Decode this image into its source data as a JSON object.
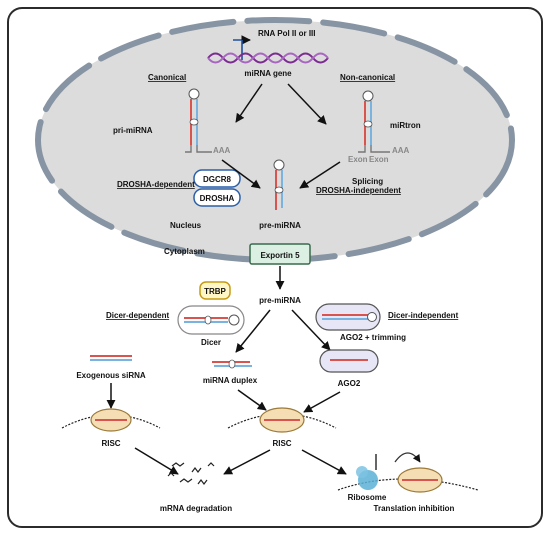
{
  "nucleus": {
    "gene_label": "miRNA gene",
    "polymerase_label": "RNA Pol II or III",
    "canonical_label": "Canonical",
    "non_canonical_label": "Non-canonical",
    "pri_mirna_label": "pri-miRNA",
    "mirtron_label": "miRtron",
    "exon1_label": "Exon",
    "exon2_label": "Exon",
    "polyA_left": "AAA",
    "polyA_right": "AAA",
    "dgcr8_label": "DGCR8",
    "drosha_label": "DROSHA",
    "drosha_dependent_label": "DROSHA-dependent",
    "splicing_label": "Splicing",
    "drosha_independent_label": "DROSHA-independent",
    "pre_mirna_label": "pre-miRNA",
    "nucleus_label": "Nucleus"
  },
  "cytoplasm": {
    "cytoplasm_label": "Cytoplasm",
    "exportin_label": "Exportin 5",
    "pre_mirna_label": "pre-miRNA",
    "dicer_dependent_label": "Dicer-dependent",
    "dicer_independent_label": "Dicer-independent",
    "trbp_label": "TRBP",
    "dicer_label": "Dicer",
    "ago2_trimming_label": "AGO2 + trimming",
    "ago2_label": "AGO2",
    "mirna_duplex_label": "miRNA duplex",
    "exogenous_sirna_label": "Exogenous siRNA",
    "risc_left_label": "RISC",
    "risc_center_label": "RISC",
    "ribosome_label": "Ribosome",
    "mrna_degradation_label": "mRNA degradation",
    "translation_inhibition_label": "Translation inhibition"
  },
  "colors": {
    "border": "#2b2b2b",
    "nucleus_fill": "#dcdcdc",
    "nuclear_envelope": "#8794a3",
    "red_strand": "#d9534f",
    "blue_strand": "#7ab3e0",
    "risc_fill": "#f5deb3",
    "exportin_fill": "#dcefe3",
    "ribosome": "#5ab0d6",
    "dna_purple": "#7b2c8f"
  }
}
